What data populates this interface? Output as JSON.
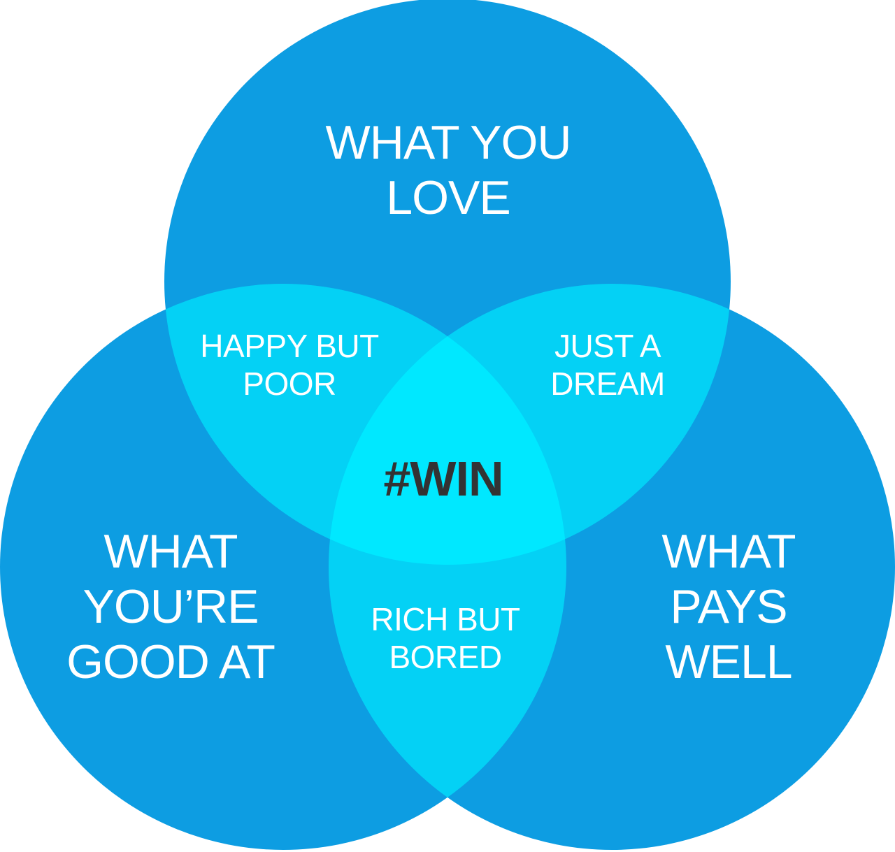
{
  "colors": {
    "circle": "#0d9de2",
    "pair_overlap": "#04d1f5",
    "center_overlap": "#00e8ff",
    "label_text": "#ffffff",
    "center_text": "#333333"
  },
  "sets": {
    "love": "WHAT YOU LOVE",
    "good_at": "WHAT YOU’RE GOOD AT",
    "pays": "WHAT PAYS WELL"
  },
  "overlaps": {
    "love_good_at": "HAPPY BUT POOR",
    "love_pays": "JUST A DREAM",
    "good_at_pays": "RICH BUT BORED",
    "all": "#WIN"
  },
  "lines": {
    "love": [
      "WHAT YOU",
      "LOVE"
    ],
    "good_at": [
      "WHAT",
      "YOU’RE",
      "GOOD AT"
    ],
    "pays": [
      "WHAT",
      "PAYS",
      "WELL"
    ],
    "love_good_at": [
      "HAPPY BUT",
      "POOR"
    ],
    "love_pays": [
      "JUST A",
      "DREAM"
    ],
    "good_at_pays": [
      "RICH BUT",
      "BORED"
    ],
    "all": [
      "#WIN"
    ]
  }
}
